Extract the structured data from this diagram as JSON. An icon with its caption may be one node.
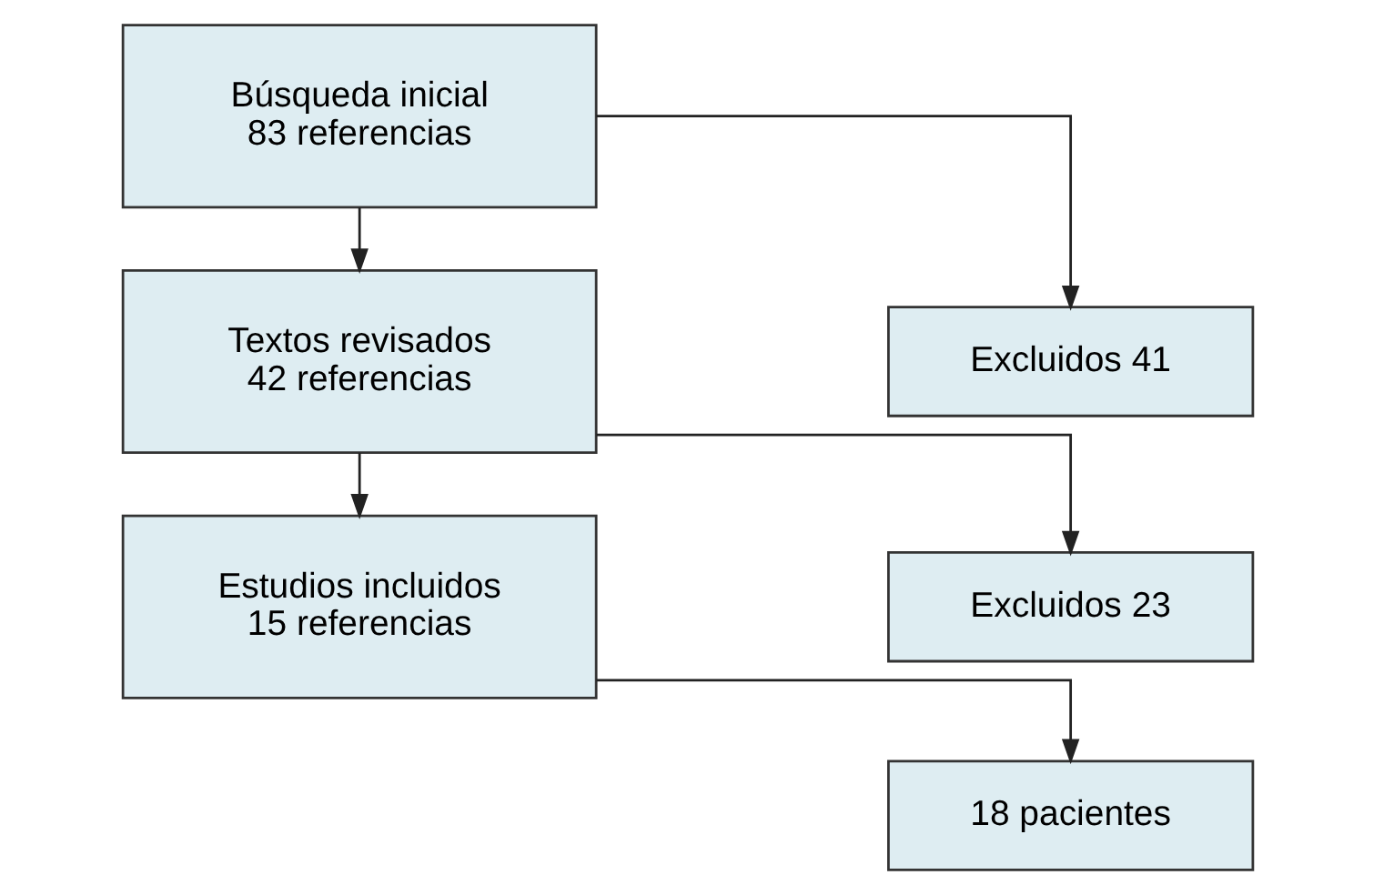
{
  "diagram": {
    "nodes": [
      {
        "text": [
          "Búsqueda inicial",
          "83 referencias"
        ]
      },
      {
        "text": [
          "Textos revisados",
          "42 referencias"
        ]
      },
      {
        "text": [
          "Estudios incluidos",
          "15 referencias"
        ]
      },
      {
        "text": [
          "Excluidos 41"
        ]
      },
      {
        "text": [
          "Excluidos 23"
        ]
      },
      {
        "text": [
          "18 pacientes"
        ]
      }
    ],
    "edges": [
      {
        "from": 0,
        "to": 1,
        "arrow": "to"
      },
      {
        "from": 0,
        "to": 3,
        "arrow": "to"
      },
      {
        "from": 1,
        "to": 2,
        "arrow": "to"
      },
      {
        "from": 1,
        "to": 4,
        "arrow": "to"
      },
      {
        "from": 2,
        "to": 5,
        "arrow": "to"
      }
    ]
  }
}
